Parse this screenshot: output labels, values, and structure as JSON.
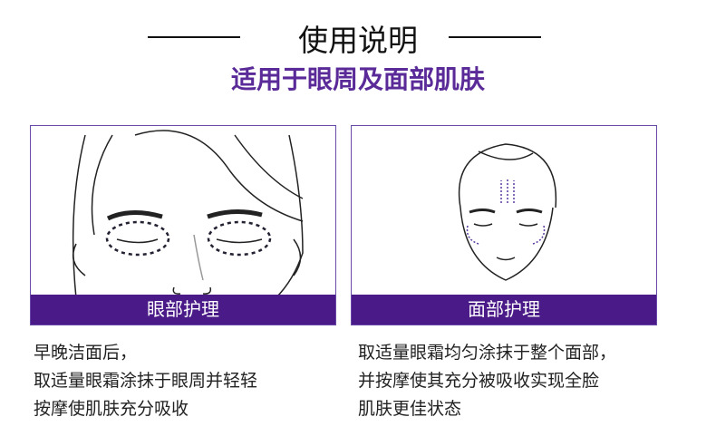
{
  "header": {
    "title": "使用说明",
    "subtitle": "适用于眼周及面部肌肤"
  },
  "panels": [
    {
      "label": "眼部护理",
      "lines": [
        "早晚洁面后，",
        "取适量眼霜涂抹于眼周并轻轻",
        "按摩使肌肤充分吸收"
      ]
    },
    {
      "label": "面部护理",
      "lines": [
        "取适量眼霜均匀涂抹于整个面部，",
        "并按摩使其充分被吸收实现全脸",
        "肌肤更佳状态"
      ]
    }
  ],
  "colors": {
    "accent": "#4a1a88",
    "subtitle": "#5a2a98"
  }
}
